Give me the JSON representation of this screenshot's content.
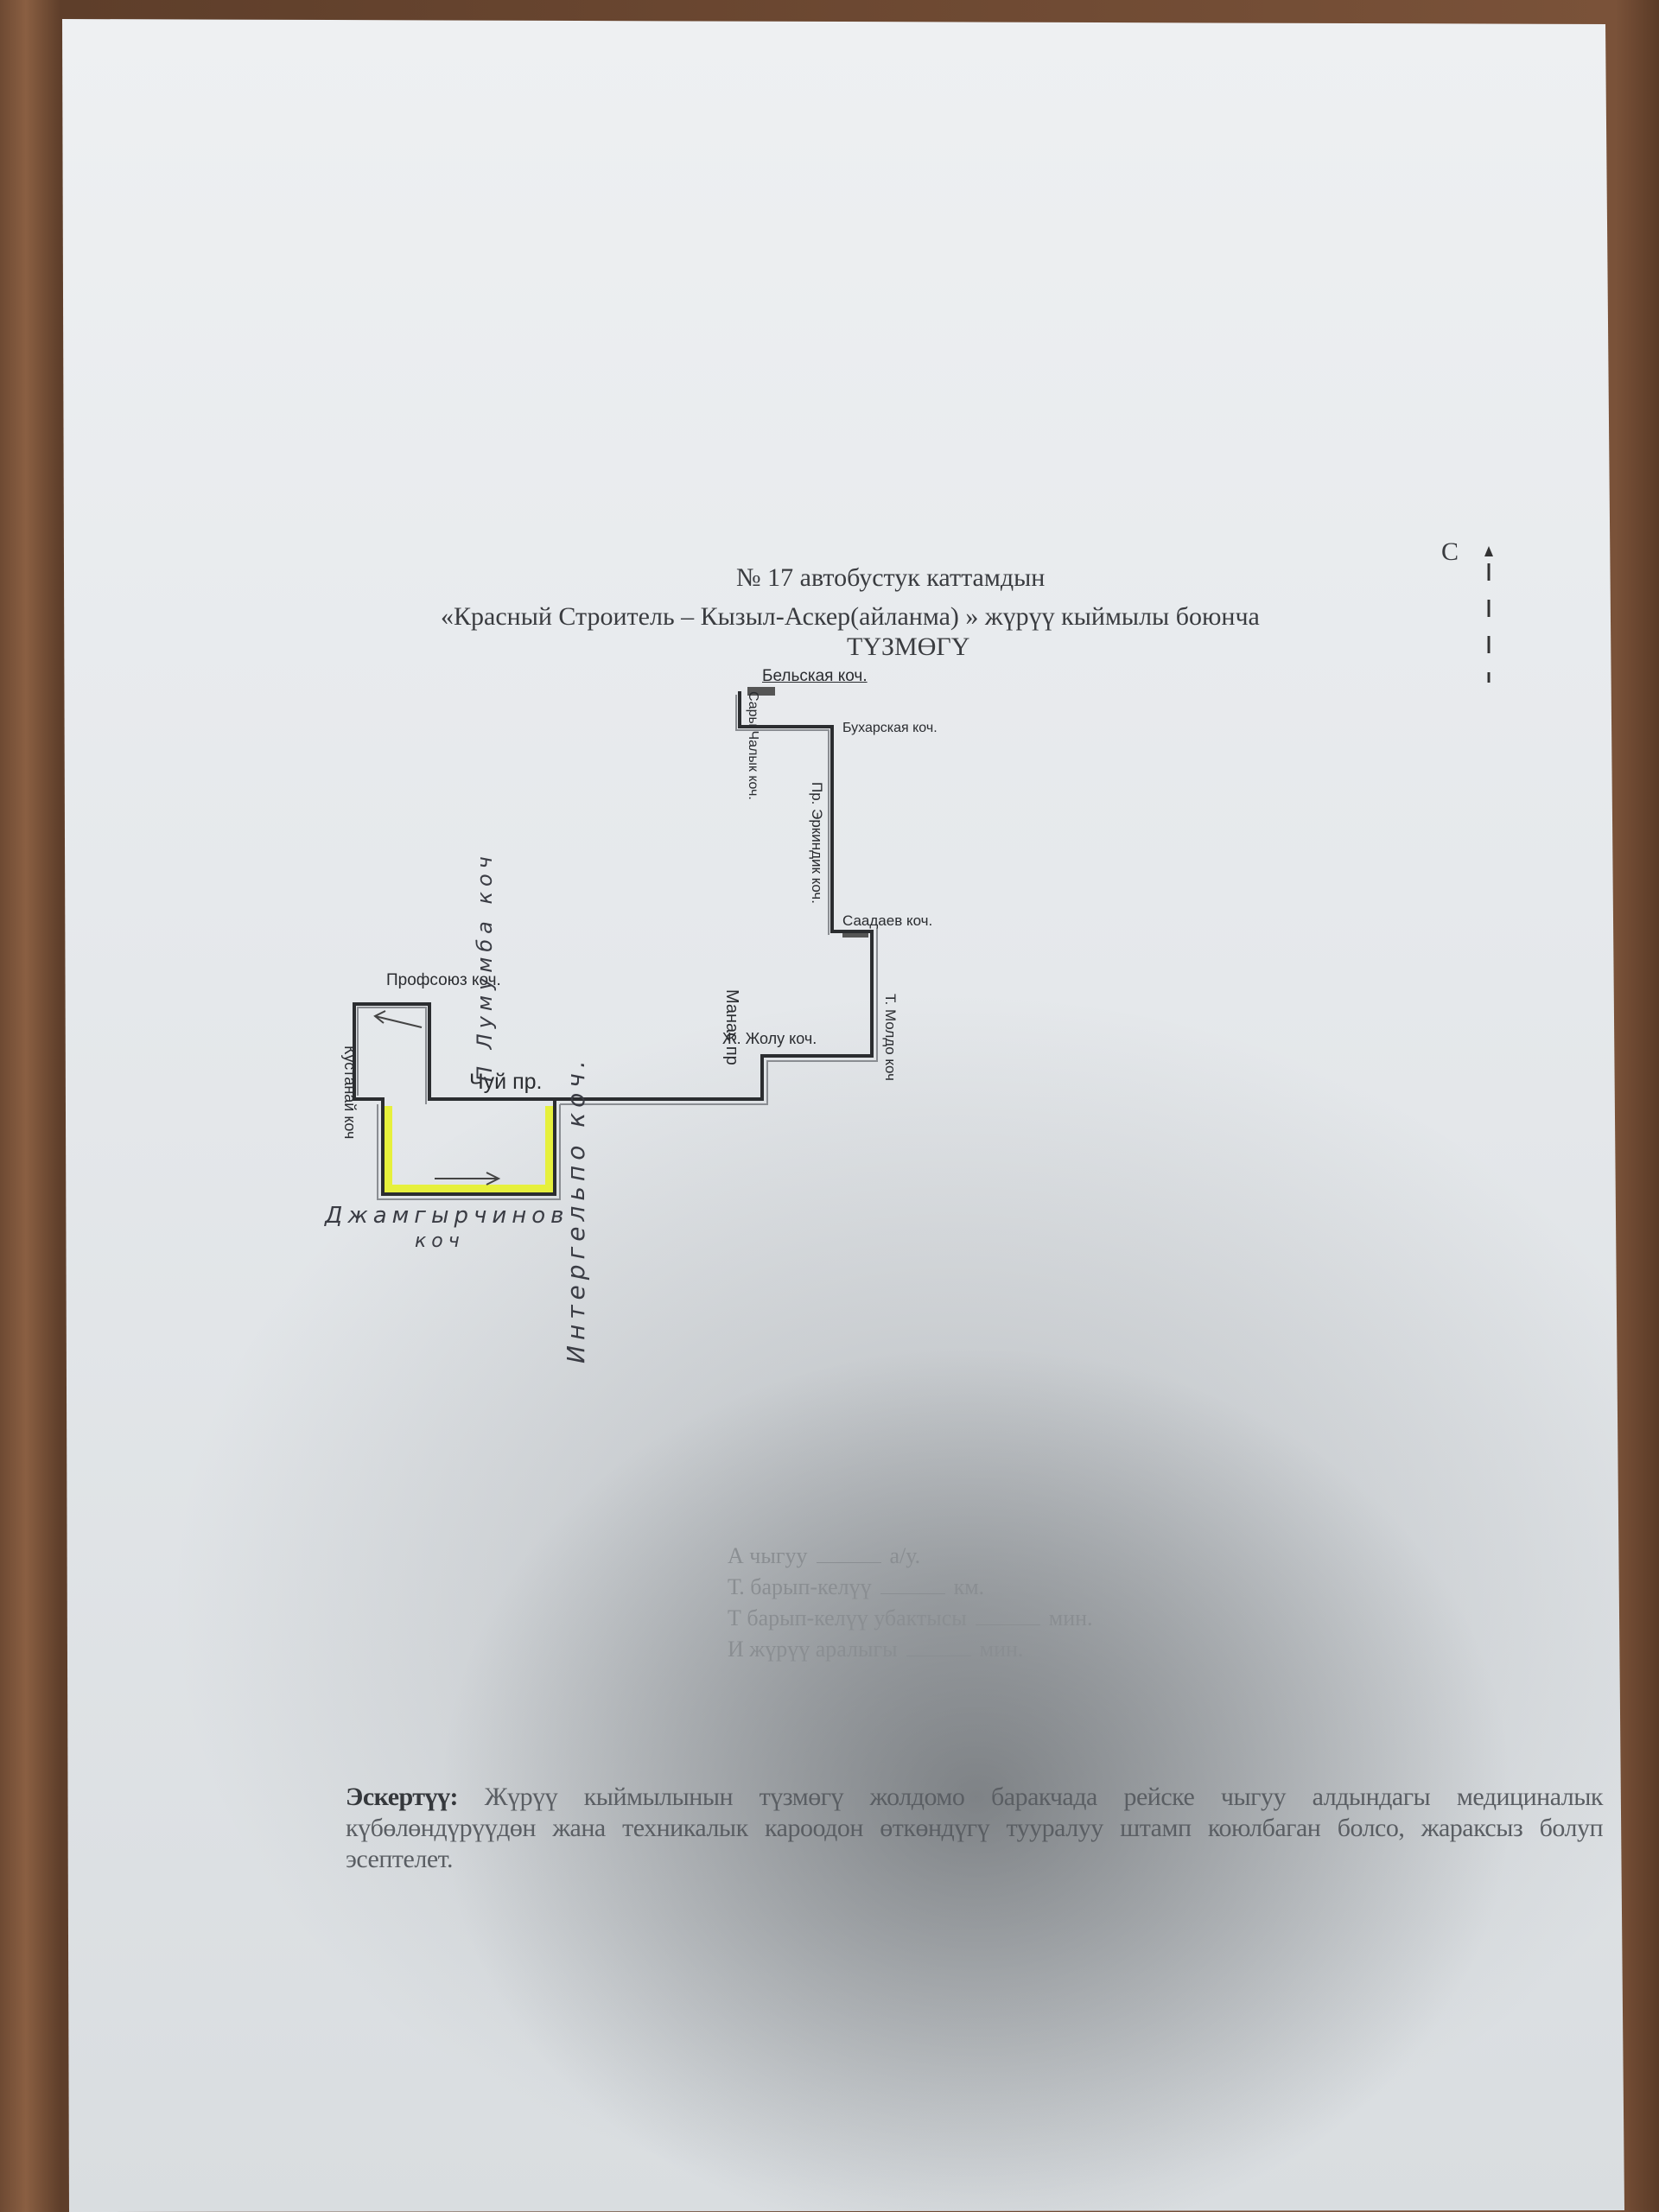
{
  "header": {
    "line1": "№ 17    автобустук каттамдын",
    "line2": "«Красный Строитель – Кызыл-Аскер(айланма) » жүрүү кыймылы боюнча",
    "line3": "ТҮЗМӨГҮ",
    "north_label": "С"
  },
  "map": {
    "streets": {
      "belskaya": "Бельская коч.",
      "buharskaya": "Бухарская коч.",
      "sary_chalyk": "Сары Чалык коч.",
      "erkindik": "Пр. Эркиндик коч.",
      "saadaev": "Саадаев коч.",
      "moldo": "Т. Молдо коч",
      "zholu": "Ж. Жолу коч.",
      "manas": "Манас пр",
      "chuy": "Чуй пр.",
      "profsoyuz": "Профсоюз коч.",
      "lumumba": "П Лумумба коч",
      "kustanay": "Кустанай коч",
      "dzhamgyrchinov": "Джамгырчинов",
      "dzhamgyrchinov_suffix": "коч",
      "intergelpo": "Интергельпо коч."
    },
    "highlight_color": "#e6f03c",
    "route_color": "#2b2d30"
  },
  "info": {
    "rows": [
      {
        "label": "А чыгуу",
        "unit": "а/у."
      },
      {
        "label": "Т. барып-келүү",
        "unit": "км."
      },
      {
        "label": "Т барып-келүү убактысы",
        "unit": "мин."
      },
      {
        "label": "И жүрүү аралыгы",
        "unit": "мин."
      }
    ]
  },
  "note": {
    "label": "Эскертүү:",
    "text": "Жүрүү кыймылынын түзмөгү жолдомо баракчада рейске чыгуу алдындагы медициналык күбөлөндүрүүдөн жана техникалык кароодон өткөндүгү тууралуу штамп коюлбаган болсо, жараксыз болуп эсептелет."
  }
}
